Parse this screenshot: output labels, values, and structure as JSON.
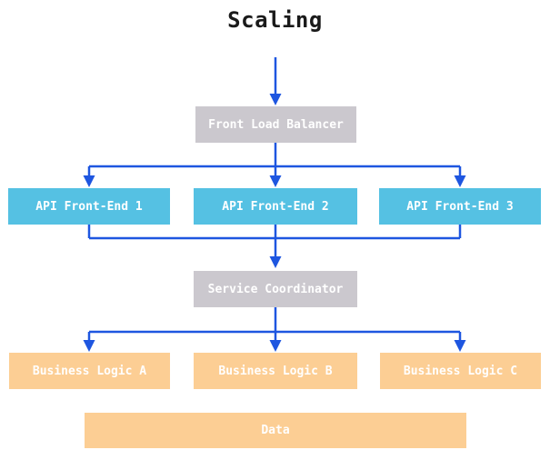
{
  "title": "Scaling",
  "colors": {
    "arrow": "#1e56e0",
    "gray_box": "#cbc8ce",
    "cyan_box": "#55c1e3",
    "orange_box": "#fcce94",
    "box_text": "#ffffff",
    "title_text": "#1a1a1a"
  },
  "nodes": {
    "front_load_balancer": "Front Load Balancer",
    "api_front_ends": [
      "API Front-End 1",
      "API Front-End 2",
      "API Front-End 3"
    ],
    "service_coordinator": "Service Coordinator",
    "business_logic": [
      "Business Logic A",
      "Business Logic B",
      "Business Logic C"
    ],
    "data": "Data"
  }
}
